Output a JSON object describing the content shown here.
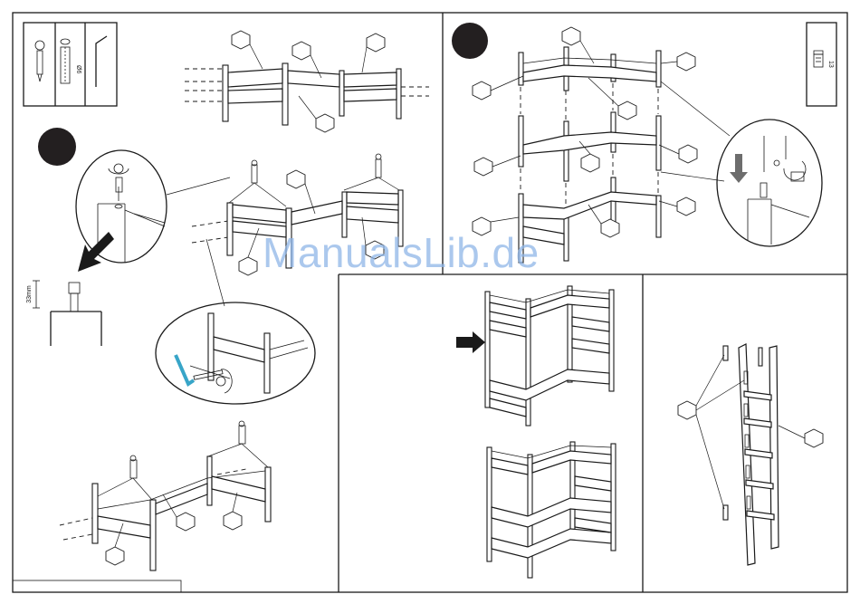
{
  "watermark": {
    "text": "ManualsLib.de"
  },
  "hardware_box": {
    "dowel_size": "Ø6",
    "screw_size": "13"
  },
  "measurements": {
    "bolt_height": "33mm"
  },
  "colors": {
    "ink": "#1a1a1a",
    "step_badge": "#231f20",
    "allen_key": "#38a5c8",
    "watermark": "#8fb6e8"
  },
  "icons": [
    "dowel-icon",
    "bolt-icon",
    "allen-key-icon",
    "screw-icon",
    "rotate-arrow-icon",
    "down-arrow-icon",
    "pointer-arrow-icon"
  ]
}
